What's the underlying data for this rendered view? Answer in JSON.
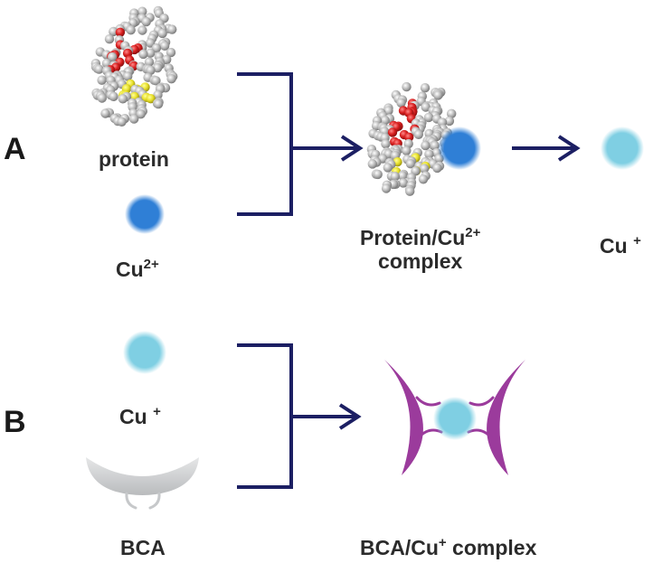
{
  "panels": {
    "a": "A",
    "b": "B"
  },
  "labels": {
    "protein": "protein",
    "cu2_base": "Cu",
    "cu2_charge": "2+",
    "complex_line1_base": "Protein/Cu",
    "complex_line1_charge": "2+",
    "complex_line2": "complex",
    "cu1_base": "Cu",
    "cu1_charge": "+",
    "bca": "BCA",
    "bca_complex_base": "BCA/Cu",
    "bca_complex_charge": "+",
    "bca_complex_tail": " complex"
  },
  "colors": {
    "arrow": "#1c1f63",
    "cu2": "#2f7fd6",
    "cu1": "#7fcfe3",
    "bca_reagent": "#c9cbcd",
    "bca_complex": "#9b3b9c",
    "atom_gray": "#bfbfbf",
    "atom_red": "#d81e1e",
    "atom_yellow": "#e8e02a"
  }
}
